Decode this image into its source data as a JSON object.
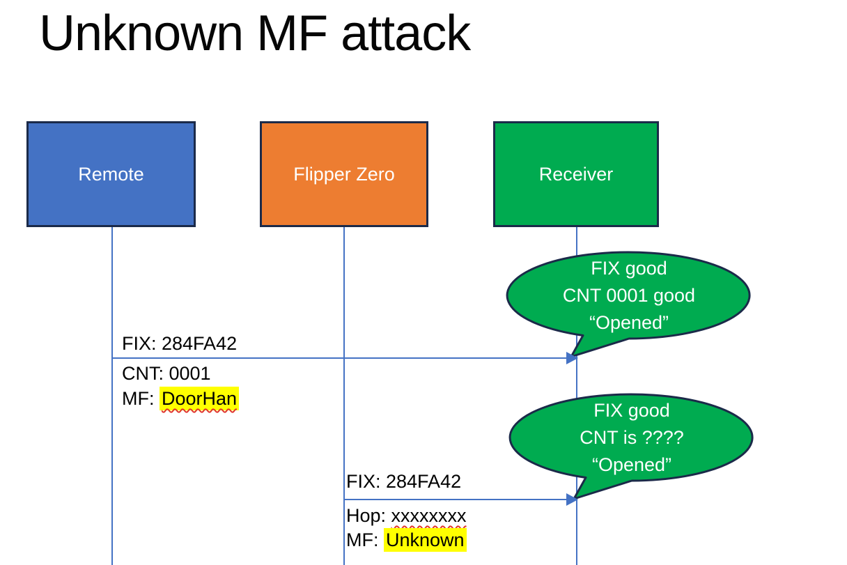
{
  "slide": {
    "title": "Unknown MF attack"
  },
  "actors": [
    {
      "label": "Remote"
    },
    {
      "label": "Flipper Zero"
    },
    {
      "label": "Receiver"
    }
  ],
  "messages": [
    {
      "from": "Remote",
      "to": "Receiver",
      "above": "FIX: 284FA42",
      "below1": "CNT: 0001",
      "below2_prefix": "MF: ",
      "below2_value": "DoorHan"
    },
    {
      "from": "Flipper Zero",
      "to": "Receiver",
      "above": "FIX: 284FA42",
      "below1_prefix": "Hop: ",
      "below1_value": "xxxxxxxx",
      "below2_prefix": "MF: ",
      "below2_value": "Unknown"
    }
  ],
  "callouts": [
    {
      "lines": [
        "FIX good",
        "CNT 0001 good",
        "“Opened”"
      ]
    },
    {
      "lines": [
        "FIX good",
        "CNT is ????",
        "“Opened”"
      ]
    }
  ],
  "colors": {
    "actor_remote_fill": "#4472C4",
    "actor_flipper_fill": "#ED7D31",
    "actor_receiver_fill": "#00AB50",
    "callout_fill": "#00AB50",
    "shape_border": "#1B2A49",
    "connector_blue": "#4472C4",
    "highlight_yellow": "#FFFF00",
    "spellcheck_red": "#E0362C",
    "text_white": "#FFFFFF",
    "text_black": "#000000"
  }
}
